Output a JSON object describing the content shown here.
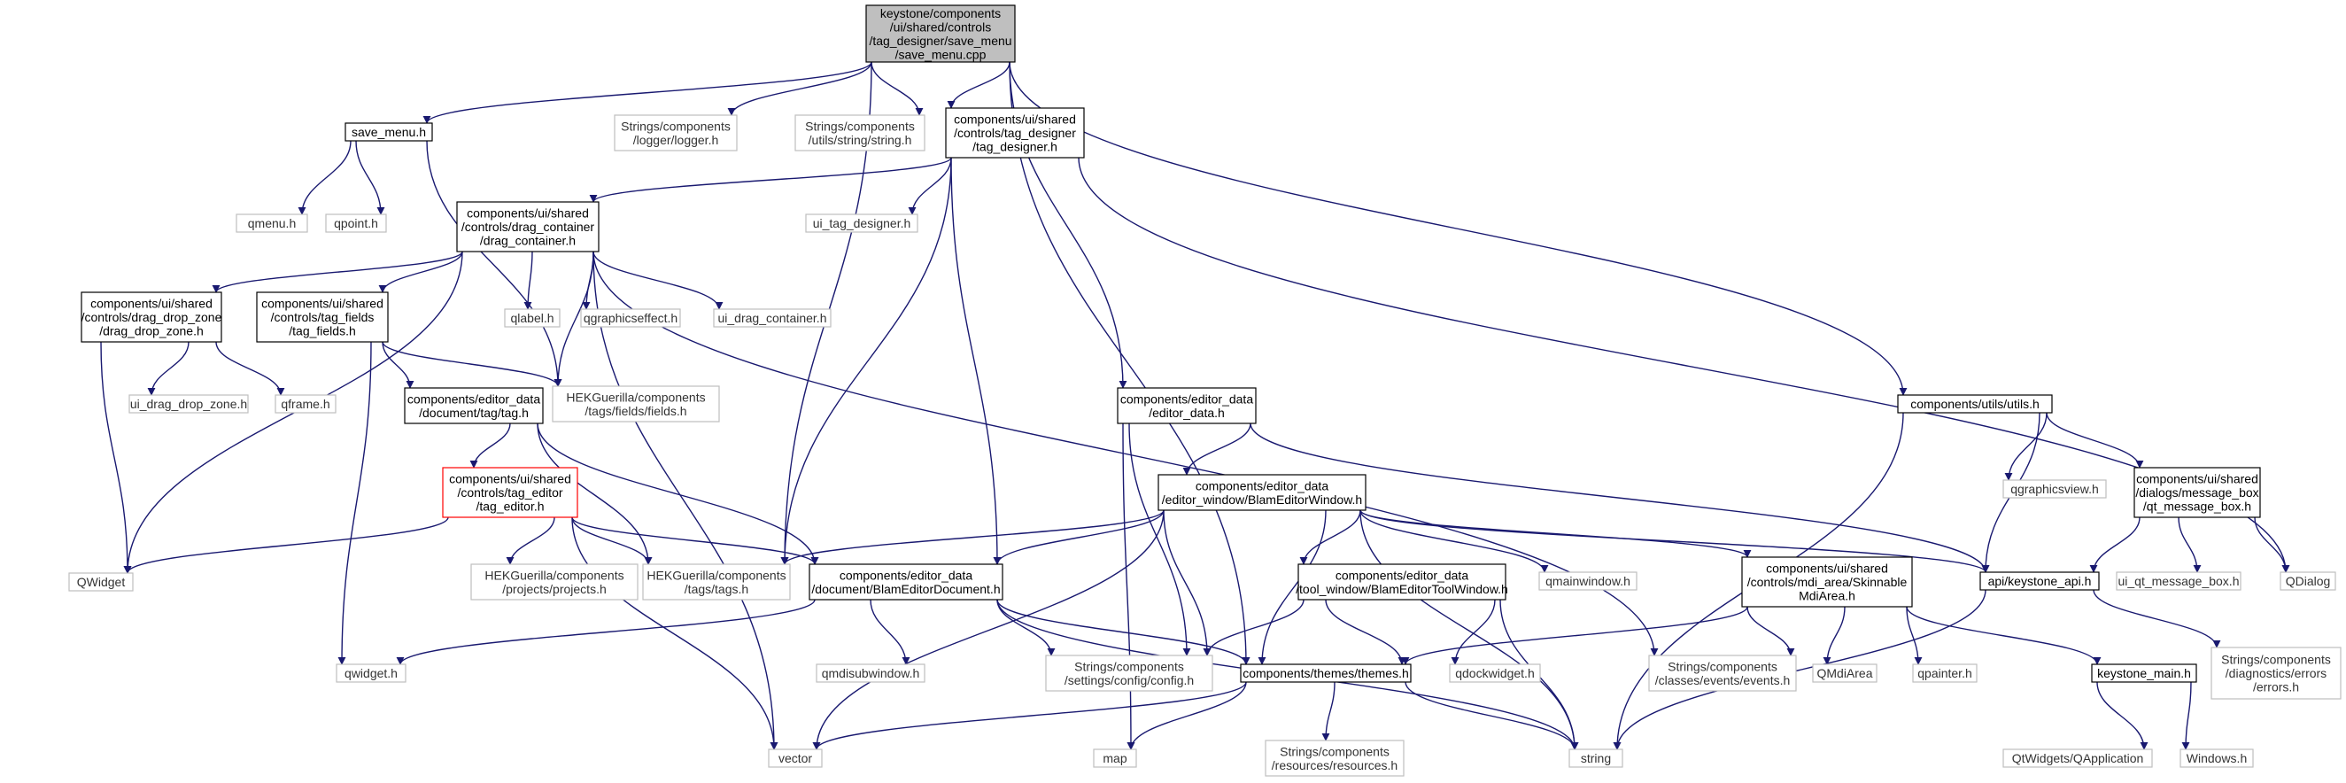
{
  "diagram": {
    "type": "include-dependency-graph",
    "colors": {
      "edge": "#191970",
      "root_fill": "#bfbfbf",
      "node_border": "#000000",
      "external_border": "#bfbfbf",
      "highlight_border": "#ff0000",
      "background": "#ffffff"
    },
    "nodes": [
      {
        "id": "save_menu_cpp",
        "lines": [
          "keystone/components",
          "/ui/shared/controls",
          "/tag_designer/save_menu",
          "/save_menu.cpp"
        ],
        "style": "root"
      },
      {
        "id": "save_menu_h",
        "lines": [
          "save_menu.h"
        ],
        "style": "doc"
      },
      {
        "id": "logger_h",
        "lines": [
          "Strings/components",
          "/logger/logger.h"
        ],
        "style": "ext"
      },
      {
        "id": "string_h",
        "lines": [
          "Strings/components",
          "/utils/string/string.h"
        ],
        "style": "ext"
      },
      {
        "id": "tag_designer_h",
        "lines": [
          "components/ui/shared",
          "/controls/tag_designer",
          "/tag_designer.h"
        ],
        "style": "doc"
      },
      {
        "id": "qmenu_h",
        "lines": [
          "qmenu.h"
        ],
        "style": "ext"
      },
      {
        "id": "qpoint_h",
        "lines": [
          "qpoint.h"
        ],
        "style": "ext"
      },
      {
        "id": "ui_tag_designer_h",
        "lines": [
          "ui_tag_designer.h"
        ],
        "style": "ext"
      },
      {
        "id": "drag_container_h",
        "lines": [
          "components/ui/shared",
          "/controls/drag_container",
          "/drag_container.h"
        ],
        "style": "doc"
      },
      {
        "id": "drag_drop_zone_h",
        "lines": [
          "components/ui/shared",
          "/controls/drag_drop_zone",
          "/drag_drop_zone.h"
        ],
        "style": "doc"
      },
      {
        "id": "tag_fields_h",
        "lines": [
          "components/ui/shared",
          "/controls/tag_fields",
          "/tag_fields.h"
        ],
        "style": "doc"
      },
      {
        "id": "qlabel_h",
        "lines": [
          "qlabel.h"
        ],
        "style": "ext"
      },
      {
        "id": "qgraphicseffect_h",
        "lines": [
          "qgraphicseffect.h"
        ],
        "style": "ext"
      },
      {
        "id": "ui_drag_container_h",
        "lines": [
          "ui_drag_container.h"
        ],
        "style": "ext"
      },
      {
        "id": "ui_drag_drop_zone_h",
        "lines": [
          "ui_drag_drop_zone.h"
        ],
        "style": "ext"
      },
      {
        "id": "qframe_h",
        "lines": [
          "qframe.h"
        ],
        "style": "ext"
      },
      {
        "id": "fields_h",
        "lines": [
          "HEKGuerilla/components",
          "/tags/fields/fields.h"
        ],
        "style": "ext"
      },
      {
        "id": "tag_h",
        "lines": [
          "components/editor_data",
          "/document/tag/tag.h"
        ],
        "style": "doc"
      },
      {
        "id": "editor_data_h",
        "lines": [
          "components/editor_data",
          "/editor_data.h"
        ],
        "style": "doc"
      },
      {
        "id": "utils_h",
        "lines": [
          "components/utils/utils.h"
        ],
        "style": "doc"
      },
      {
        "id": "tag_editor_h",
        "lines": [
          "components/ui/shared",
          "/controls/tag_editor",
          "/tag_editor.h"
        ],
        "style": "highlight"
      },
      {
        "id": "blam_editor_window_h",
        "lines": [
          "components/editor_data",
          "/editor_window/BlamEditorWindow.h"
        ],
        "style": "doc"
      },
      {
        "id": "qgraphicsview_h",
        "lines": [
          "qgraphicsview.h"
        ],
        "style": "ext"
      },
      {
        "id": "qt_message_box_h",
        "lines": [
          "components/ui/shared",
          "/dialogs/message_box",
          "/qt_message_box.h"
        ],
        "style": "doc"
      },
      {
        "id": "qwidget_upper",
        "lines": [
          "QWidget"
        ],
        "style": "ext"
      },
      {
        "id": "projects_h",
        "lines": [
          "HEKGuerilla/components",
          "/projects/projects.h"
        ],
        "style": "ext"
      },
      {
        "id": "tags_h",
        "lines": [
          "HEKGuerilla/components",
          "/tags/tags.h"
        ],
        "style": "ext"
      },
      {
        "id": "blam_editor_document_h",
        "lines": [
          "components/editor_data",
          "/document/BlamEditorDocument.h"
        ],
        "style": "doc"
      },
      {
        "id": "qmainwindow_h",
        "lines": [
          "qmainwindow.h"
        ],
        "style": "ext"
      },
      {
        "id": "skinnable_mdi_h",
        "lines": [
          "components/ui/shared",
          "/controls/mdi_area/Skinnable",
          "MdiArea.h"
        ],
        "style": "doc"
      },
      {
        "id": "keystone_api_h",
        "lines": [
          "api/keystone_api.h"
        ],
        "style": "doc"
      },
      {
        "id": "ui_qt_message_box_h",
        "lines": [
          "ui_qt_message_box.h"
        ],
        "style": "ext"
      },
      {
        "id": "qdialog",
        "lines": [
          "QDialog"
        ],
        "style": "ext"
      },
      {
        "id": "blam_tool_window_h",
        "lines": [
          "components/editor_data",
          "/tool_window/BlamEditorToolWindow.h"
        ],
        "style": "doc"
      },
      {
        "id": "qwidget_h",
        "lines": [
          "qwidget.h"
        ],
        "style": "ext"
      },
      {
        "id": "qmdisubwindow_h",
        "lines": [
          "qmdisubwindow.h"
        ],
        "style": "ext"
      },
      {
        "id": "config_h",
        "lines": [
          "Strings/components",
          "/settings/config/config.h"
        ],
        "style": "ext"
      },
      {
        "id": "themes_h",
        "lines": [
          "components/themes/themes.h"
        ],
        "style": "doc"
      },
      {
        "id": "qdockwidget_h",
        "lines": [
          "qdockwidget.h"
        ],
        "style": "ext"
      },
      {
        "id": "events_h",
        "lines": [
          "Strings/components",
          "/classes/events/events.h"
        ],
        "style": "ext"
      },
      {
        "id": "qmdiarea",
        "lines": [
          "QMdiArea"
        ],
        "style": "ext"
      },
      {
        "id": "qpainter_h",
        "lines": [
          "qpainter.h"
        ],
        "style": "ext"
      },
      {
        "id": "keystone_main_h",
        "lines": [
          "keystone_main.h"
        ],
        "style": "doc"
      },
      {
        "id": "errors_h",
        "lines": [
          "Strings/components",
          "/diagnostics/errors",
          "/errors.h"
        ],
        "style": "ext"
      },
      {
        "id": "vector",
        "lines": [
          "vector"
        ],
        "style": "ext"
      },
      {
        "id": "map",
        "lines": [
          "map"
        ],
        "style": "ext"
      },
      {
        "id": "resources_h",
        "lines": [
          "Strings/components",
          "/resources/resources.h"
        ],
        "style": "ext"
      },
      {
        "id": "string",
        "lines": [
          "string"
        ],
        "style": "ext"
      },
      {
        "id": "qapplication",
        "lines": [
          "QtWidgets/QApplication"
        ],
        "style": "ext"
      },
      {
        "id": "windows_h",
        "lines": [
          "Windows.h"
        ],
        "style": "ext"
      }
    ],
    "edges": [
      [
        "save_menu_cpp",
        "save_menu_h"
      ],
      [
        "save_menu_cpp",
        "logger_h"
      ],
      [
        "save_menu_cpp",
        "string_h"
      ],
      [
        "save_menu_cpp",
        "tag_designer_h"
      ],
      [
        "save_menu_cpp",
        "editor_data_h"
      ],
      [
        "save_menu_cpp",
        "utils_h"
      ],
      [
        "save_menu_cpp",
        "tags_h"
      ],
      [
        "save_menu_cpp",
        "themes_h"
      ],
      [
        "save_menu_h",
        "qmenu_h"
      ],
      [
        "save_menu_h",
        "qpoint_h"
      ],
      [
        "save_menu_h",
        "fields_h"
      ],
      [
        "tag_designer_h",
        "ui_tag_designer_h"
      ],
      [
        "tag_designer_h",
        "drag_container_h"
      ],
      [
        "tag_designer_h",
        "tags_h"
      ],
      [
        "tag_designer_h",
        "blam_editor_document_h"
      ],
      [
        "tag_designer_h",
        "qdialog"
      ],
      [
        "drag_container_h",
        "drag_drop_zone_h"
      ],
      [
        "drag_container_h",
        "tag_fields_h"
      ],
      [
        "drag_container_h",
        "qlabel_h"
      ],
      [
        "drag_container_h",
        "qgraphicseffect_h"
      ],
      [
        "drag_container_h",
        "ui_drag_container_h"
      ],
      [
        "drag_container_h",
        "fields_h"
      ],
      [
        "drag_container_h",
        "qwidget_upper"
      ],
      [
        "drag_container_h",
        "vector"
      ],
      [
        "drag_container_h",
        "events_h"
      ],
      [
        "drag_drop_zone_h",
        "ui_drag_drop_zone_h"
      ],
      [
        "drag_drop_zone_h",
        "qframe_h"
      ],
      [
        "drag_drop_zone_h",
        "qwidget_upper"
      ],
      [
        "tag_fields_h",
        "fields_h"
      ],
      [
        "tag_fields_h",
        "tag_h"
      ],
      [
        "tag_fields_h",
        "qwidget_h"
      ],
      [
        "tag_h",
        "tag_editor_h"
      ],
      [
        "tag_h",
        "tags_h"
      ],
      [
        "tag_h",
        "blam_editor_document_h"
      ],
      [
        "tag_editor_h",
        "qwidget_upper"
      ],
      [
        "tag_editor_h",
        "projects_h"
      ],
      [
        "tag_editor_h",
        "tags_h"
      ],
      [
        "tag_editor_h",
        "blam_editor_document_h"
      ],
      [
        "tag_editor_h",
        "vector"
      ],
      [
        "editor_data_h",
        "blam_editor_window_h"
      ],
      [
        "editor_data_h",
        "config_h"
      ],
      [
        "editor_data_h",
        "map"
      ],
      [
        "editor_data_h",
        "keystone_api_h"
      ],
      [
        "blam_editor_window_h",
        "tags_h"
      ],
      [
        "blam_editor_window_h",
        "blam_editor_document_h"
      ],
      [
        "blam_editor_window_h",
        "qmainwindow_h"
      ],
      [
        "blam_editor_window_h",
        "skinnable_mdi_h"
      ],
      [
        "blam_editor_window_h",
        "keystone_api_h"
      ],
      [
        "blam_editor_window_h",
        "blam_tool_window_h"
      ],
      [
        "blam_editor_window_h",
        "config_h"
      ],
      [
        "blam_editor_window_h",
        "themes_h"
      ],
      [
        "blam_editor_window_h",
        "vector"
      ],
      [
        "blam_editor_window_h",
        "string"
      ],
      [
        "blam_editor_document_h",
        "qwidget_h"
      ],
      [
        "blam_editor_document_h",
        "qmdisubwindow_h"
      ],
      [
        "blam_editor_document_h",
        "config_h"
      ],
      [
        "blam_editor_document_h",
        "themes_h"
      ],
      [
        "blam_editor_document_h",
        "string"
      ],
      [
        "blam_tool_window_h",
        "config_h"
      ],
      [
        "blam_tool_window_h",
        "themes_h"
      ],
      [
        "blam_tool_window_h",
        "qdockwidget_h"
      ],
      [
        "blam_tool_window_h",
        "string"
      ],
      [
        "skinnable_mdi_h",
        "events_h"
      ],
      [
        "skinnable_mdi_h",
        "themes_h"
      ],
      [
        "skinnable_mdi_h",
        "qmdiarea"
      ],
      [
        "skinnable_mdi_h",
        "qpainter_h"
      ],
      [
        "skinnable_mdi_h",
        "keystone_main_h"
      ],
      [
        "utils_h",
        "qgraphicsview_h"
      ],
      [
        "utils_h",
        "qt_message_box_h"
      ],
      [
        "utils_h",
        "keystone_api_h"
      ],
      [
        "utils_h",
        "string"
      ],
      [
        "qt_message_box_h",
        "keystone_api_h"
      ],
      [
        "qt_message_box_h",
        "ui_qt_message_box_h"
      ],
      [
        "qt_message_box_h",
        "qdialog"
      ],
      [
        "keystone_api_h",
        "errors_h"
      ],
      [
        "keystone_api_h",
        "string"
      ],
      [
        "themes_h",
        "vector"
      ],
      [
        "themes_h",
        "map"
      ],
      [
        "themes_h",
        "resources_h"
      ],
      [
        "themes_h",
        "string"
      ],
      [
        "keystone_main_h",
        "qapplication"
      ],
      [
        "keystone_main_h",
        "windows_h"
      ]
    ]
  }
}
